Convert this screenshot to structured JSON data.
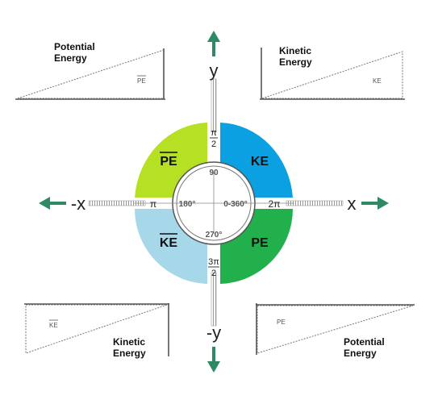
{
  "axes": {
    "y": "y",
    "neg_y": "-y",
    "x": "x",
    "neg_x": "-x"
  },
  "quadrants": {
    "top_right": {
      "label": "KE",
      "color": "#0aa0e2"
    },
    "top_left": {
      "label": "PE",
      "overline": true,
      "color": "#b5e024"
    },
    "bottom_left": {
      "label": "KE",
      "overline": true,
      "color": "#a6d8ea"
    },
    "bottom_right": {
      "label": "PE",
      "color": "#21b04b"
    }
  },
  "angle_labels": {
    "deg_90": "90",
    "deg_180": "180°",
    "deg_0_360": "0-360°",
    "deg_270": "270°",
    "pi": "π",
    "two_pi": "2π",
    "pi_over_2": {
      "num": "π",
      "den": "2"
    },
    "three_pi_over_2": {
      "num": "3π",
      "den": "2"
    }
  },
  "panels": {
    "top_left": {
      "title_line1": "Potential",
      "title_line2": "Energy",
      "tag": "PE",
      "tag_overline": true
    },
    "top_right": {
      "title_line1": "Kinetic",
      "title_line2": "Energy",
      "tag": "KE",
      "tag_overline": false
    },
    "bottom_left": {
      "title_line1": "Kinetic",
      "title_line2": "Energy",
      "tag": "KE",
      "tag_overline": true
    },
    "bottom_right": {
      "title_line1": "Potential",
      "title_line2": "Energy",
      "tag": "PE",
      "tag_overline": false
    }
  },
  "colors": {
    "arrow": "#2e8a64",
    "axis_text": "#222222",
    "panel_line": "#555555"
  }
}
